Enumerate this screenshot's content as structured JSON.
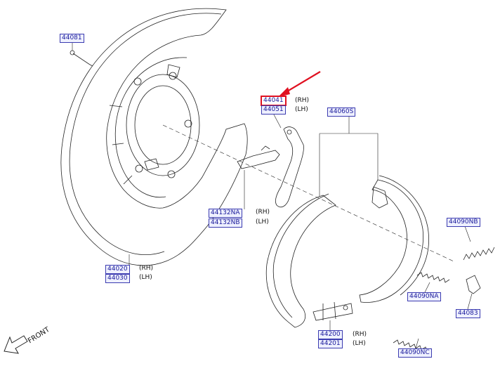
{
  "parts": {
    "p44081": "44081",
    "p44041": "44041",
    "p44051": "44051",
    "p44060S": "44060S",
    "p44132NA": "44132NA",
    "p44132NB": "44132NB",
    "p44020": "44020",
    "p44030": "44030",
    "p44090NB": "44090NB",
    "p44090NA": "44090NA",
    "p44083": "44083",
    "p44200": "44200",
    "p44201": "44201",
    "p44090NC": "44090NC"
  },
  "sides": {
    "rh": "(RH)",
    "lh": "(LH)"
  },
  "direction_label": "FRONT",
  "colors": {
    "label_border": "#3b3bb0",
    "label_text": "#1a1a9a",
    "highlight": "#e01020",
    "line": "#222222"
  },
  "highlighted_part": "44041"
}
